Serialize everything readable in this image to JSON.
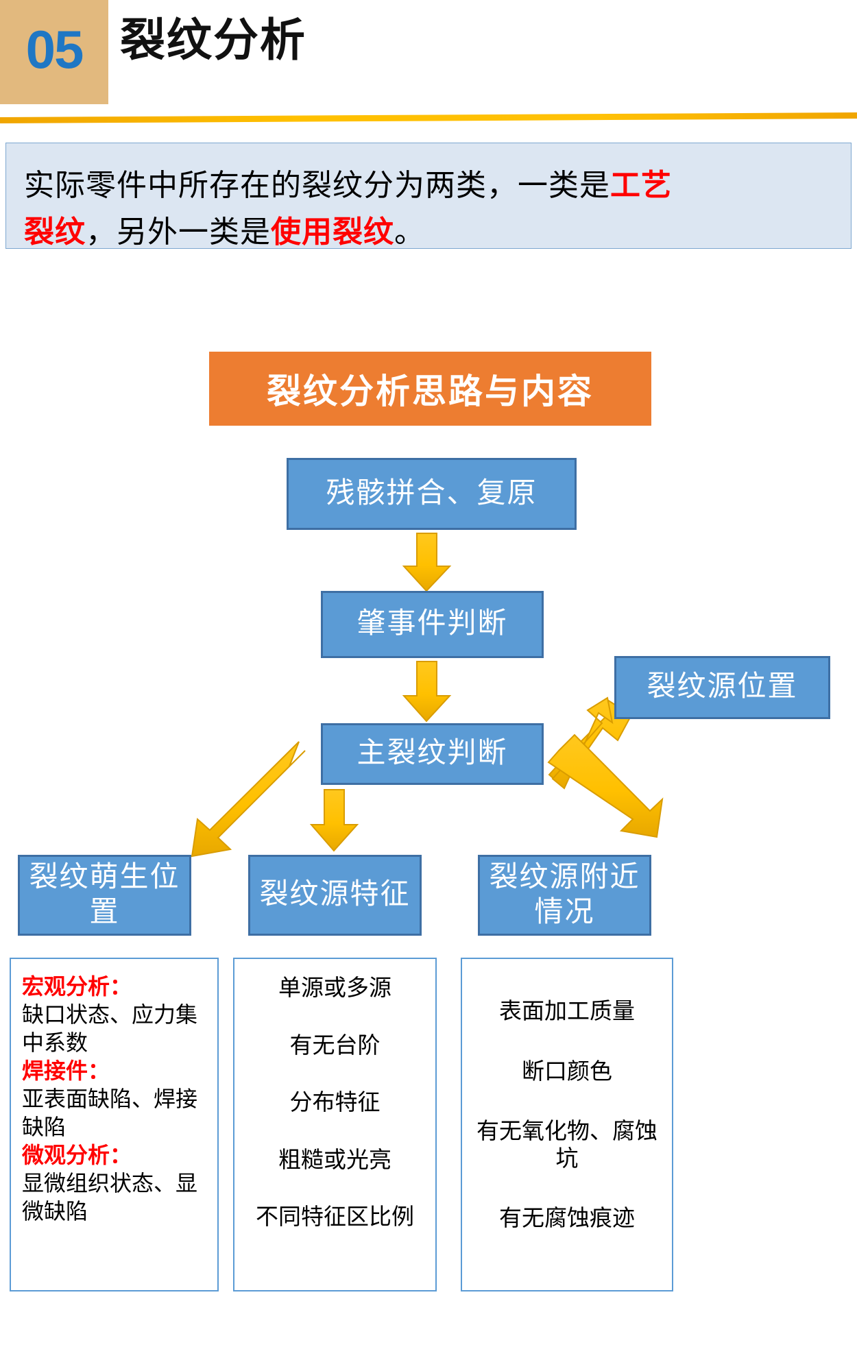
{
  "header": {
    "section_number": "05",
    "title": "裂纹分析",
    "badge_color": "#e2b97e",
    "number_color": "#1F77C4",
    "rule_color": "#ffc000"
  },
  "intro": {
    "line1_a": "实际零件中所存在的裂纹分为两类，一类是",
    "line1_b": "工艺",
    "line2_a": "裂纹",
    "line2_b": "，另外一类是",
    "line2_c": "使用裂纹",
    "line2_d": "。",
    "background": "#dce6f2",
    "border": "#7da7d0",
    "highlight_color": "#FF0000"
  },
  "flow": {
    "banner": "裂纹分析思路与内容",
    "banner_color": "#ED7D31",
    "box_fill": "#5B9BD5",
    "box_border": "#3E6FA4",
    "arrow_color": "#FFC000",
    "boxes": [
      {
        "id": "b1",
        "label": "残骸拼合、复原"
      },
      {
        "id": "b2",
        "label": "肇事件判断"
      },
      {
        "id": "b3",
        "label": "主裂纹判断"
      },
      {
        "id": "b4",
        "label": "裂纹源位置"
      },
      {
        "id": "b5",
        "label": "裂纹萌生位置"
      },
      {
        "id": "b6",
        "label": "裂纹源特征"
      },
      {
        "id": "b7",
        "label": "裂纹源附近情况"
      }
    ]
  },
  "panels": {
    "left": {
      "rows": [
        {
          "text": "宏观分析：",
          "key": true
        },
        {
          "text": "缺口状态、应力集",
          "key": false
        },
        {
          "text": "中系数",
          "key": false
        },
        {
          "text": "焊接件：",
          "key": true
        },
        {
          "text": "亚表面缺陷、焊接",
          "key": false
        },
        {
          "text": "缺陷",
          "key": false
        },
        {
          "text": "微观分析：",
          "key": true
        },
        {
          "text": "显微组织状态、显",
          "key": false
        },
        {
          "text": "微缺陷",
          "key": false
        }
      ]
    },
    "middle": {
      "rows": [
        "单源或多源",
        "有无台阶",
        "分布特征",
        "粗糙或光亮",
        "不同特征区比例"
      ]
    },
    "right": {
      "rows": [
        "表面加工质量",
        "断口颜色",
        "有无氧化物、腐蚀坑",
        "有无腐蚀痕迹"
      ]
    }
  }
}
